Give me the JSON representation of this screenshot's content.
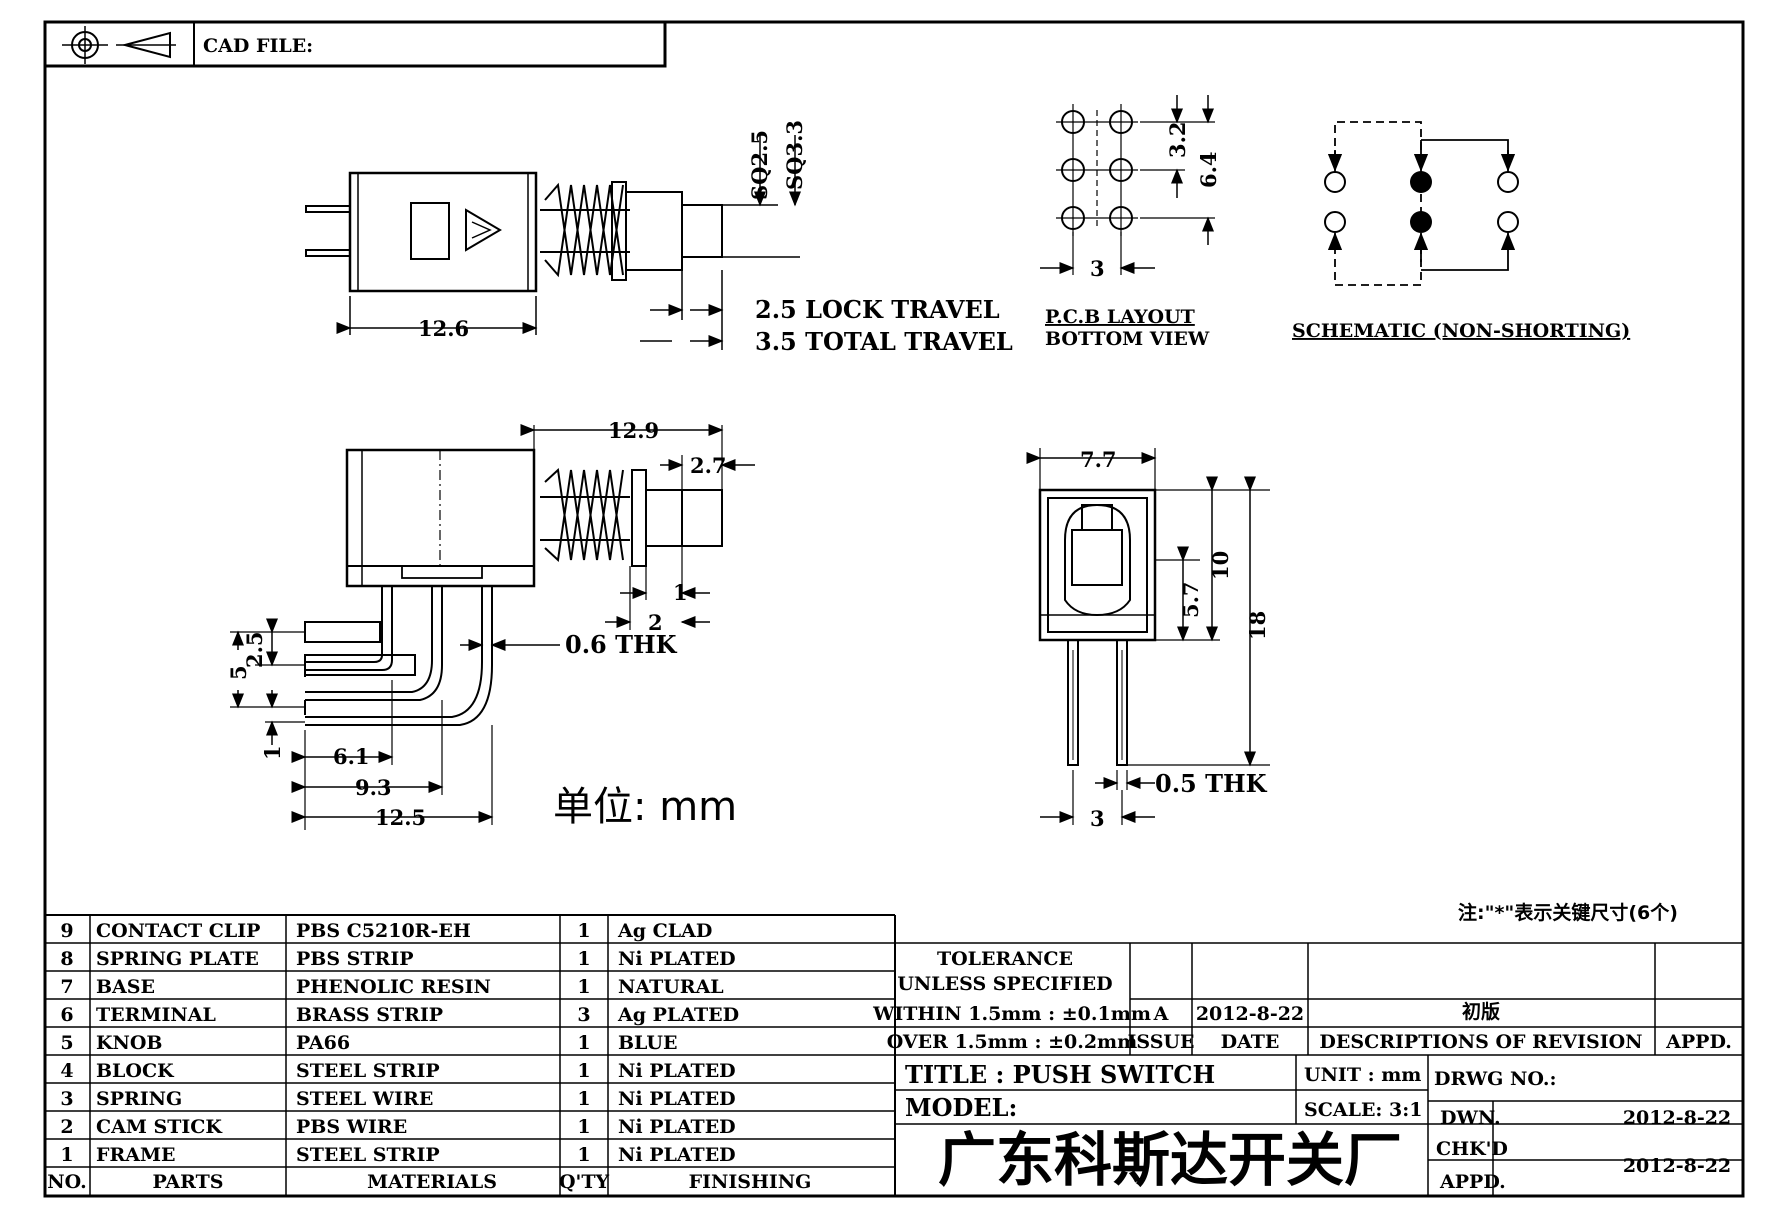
{
  "header": {
    "cad_file_label": "CAD FILE:"
  },
  "top_view": {
    "dims": {
      "length": "12.6",
      "sq_small": "SQ2.5",
      "sq_large": "SQ3.3"
    },
    "travel": {
      "lock": "2.5 LOCK TRAVEL",
      "total": "3.5 TOTAL TRAVEL"
    }
  },
  "pcb": {
    "pitch_y1": "3.2",
    "pitch_y2": "6.4",
    "pitch_x": "3",
    "title_line1": "P.C.B LAYOUT",
    "title_line2": "BOTTOM VIEW"
  },
  "schematic": {
    "title": "SCHEMATIC (NON-SHORTING)"
  },
  "side_view": {
    "dims": {
      "top": "12.9",
      "knob": "2.7",
      "d1": "1",
      "d2": "2",
      "thk": "0.6 THK",
      "v5": "5",
      "v25": "2.5",
      "v1": "1",
      "h61": "6.1",
      "h93": "9.3",
      "h125": "12.5"
    },
    "unit": "单位: mm"
  },
  "front_view": {
    "dims": {
      "width": "7.7",
      "h10": "10",
      "h57": "5.7",
      "h18": "18",
      "thk": "0.5 THK",
      "pitch": "3"
    }
  },
  "note": "注:\"*\"表示关键尺寸(6个)",
  "bom": {
    "headers": {
      "no": "NO.",
      "parts": "PARTS",
      "materials": "MATERIALS",
      "qty": "Q'TY",
      "finishing": "FINISHING"
    },
    "rows": [
      {
        "no": "9",
        "part": "CONTACT CLIP",
        "material": "PBS C5210R-EH",
        "qty": "1",
        "finish": "Ag CLAD"
      },
      {
        "no": "8",
        "part": "SPRING PLATE",
        "material": "PBS STRIP",
        "qty": "1",
        "finish": "Ni PLATED"
      },
      {
        "no": "7",
        "part": "BASE",
        "material": "PHENOLIC RESIN",
        "qty": "1",
        "finish": "NATURAL"
      },
      {
        "no": "6",
        "part": "TERMINAL",
        "material": "BRASS STRIP",
        "qty": "3",
        "finish": "Ag PLATED"
      },
      {
        "no": "5",
        "part": "KNOB",
        "material": "PA66",
        "qty": "1",
        "finish": "BLUE"
      },
      {
        "no": "4",
        "part": "BLOCK",
        "material": "STEEL STRIP",
        "qty": "1",
        "finish": "Ni PLATED"
      },
      {
        "no": "3",
        "part": "SPRING",
        "material": "STEEL WIRE",
        "qty": "1",
        "finish": "Ni PLATED"
      },
      {
        "no": "2",
        "part": "CAM STICK",
        "material": "PBS WIRE",
        "qty": "1",
        "finish": "Ni PLATED"
      },
      {
        "no": "1",
        "part": "FRAME",
        "material": "STEEL STRIP",
        "qty": "1",
        "finish": "Ni PLATED"
      }
    ]
  },
  "title_block": {
    "tolerance": "TOLERANCE",
    "unless": "UNLESS SPECIFIED",
    "within": "WITHIN 1.5mm : ±0.1mm",
    "over": "OVER 1.5mm : ±0.2mm",
    "issue_value": "A",
    "date_value": "2012-8-22",
    "revision_value": "初版",
    "issue_label": "ISSUE",
    "date_label": "DATE",
    "descriptions_label": "DESCRIPTIONS OF REVISION",
    "appd_label": "APPD.",
    "title": "TITLE : PUSH SWITCH",
    "model": "MODEL:",
    "unit": "UNIT :  mm",
    "scale": "SCALE:  3:1",
    "drwg_no": "DRWG NO.:",
    "dwn_label": "DWN.",
    "chkd_label": "CHK'D",
    "appd2_label": "APPD.",
    "dwn_date": "2012-8-22",
    "chk_date": "2012-8-22",
    "company": "广东科斯达开关厂"
  }
}
